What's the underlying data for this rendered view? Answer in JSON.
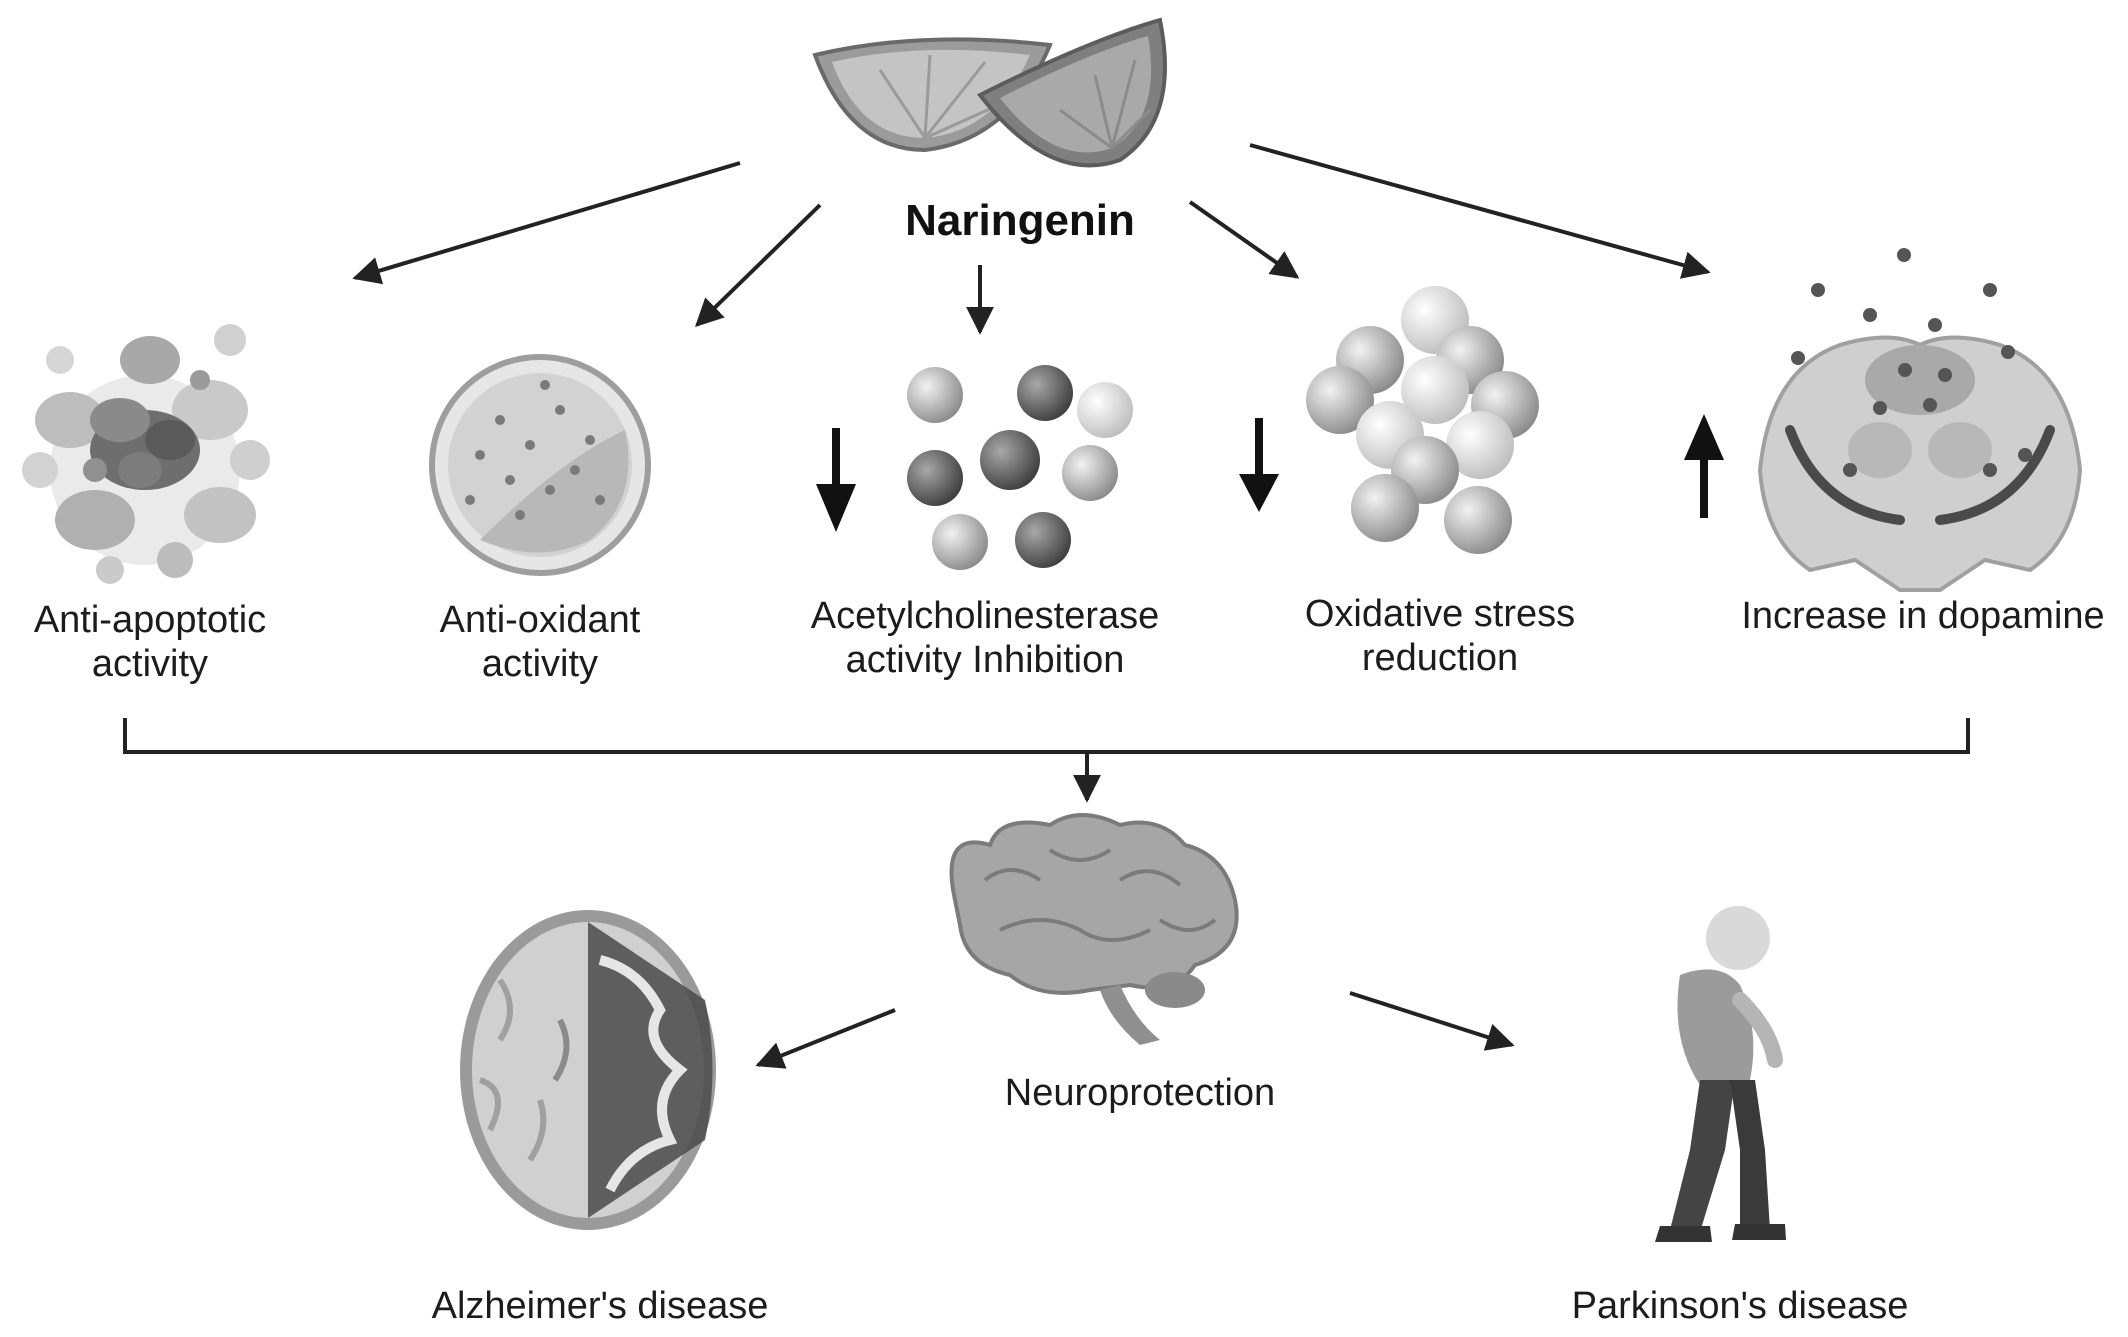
{
  "title": "Naringenin",
  "effects": [
    {
      "line1": "Anti-apoptotic",
      "line2": "activity"
    },
    {
      "line1": "Anti-oxidant",
      "line2": "activity"
    },
    {
      "line1": "Acetylcholinesterase",
      "line2": "activity Inhibition"
    },
    {
      "line1": "Oxidative stress",
      "line2": "reduction"
    },
    {
      "line1": "Increase in dopamine",
      "line2": ""
    }
  ],
  "outcome": "Neuroprotection",
  "diseases": [
    "Alzheimer's disease",
    "Parkinson's disease"
  ]
}
